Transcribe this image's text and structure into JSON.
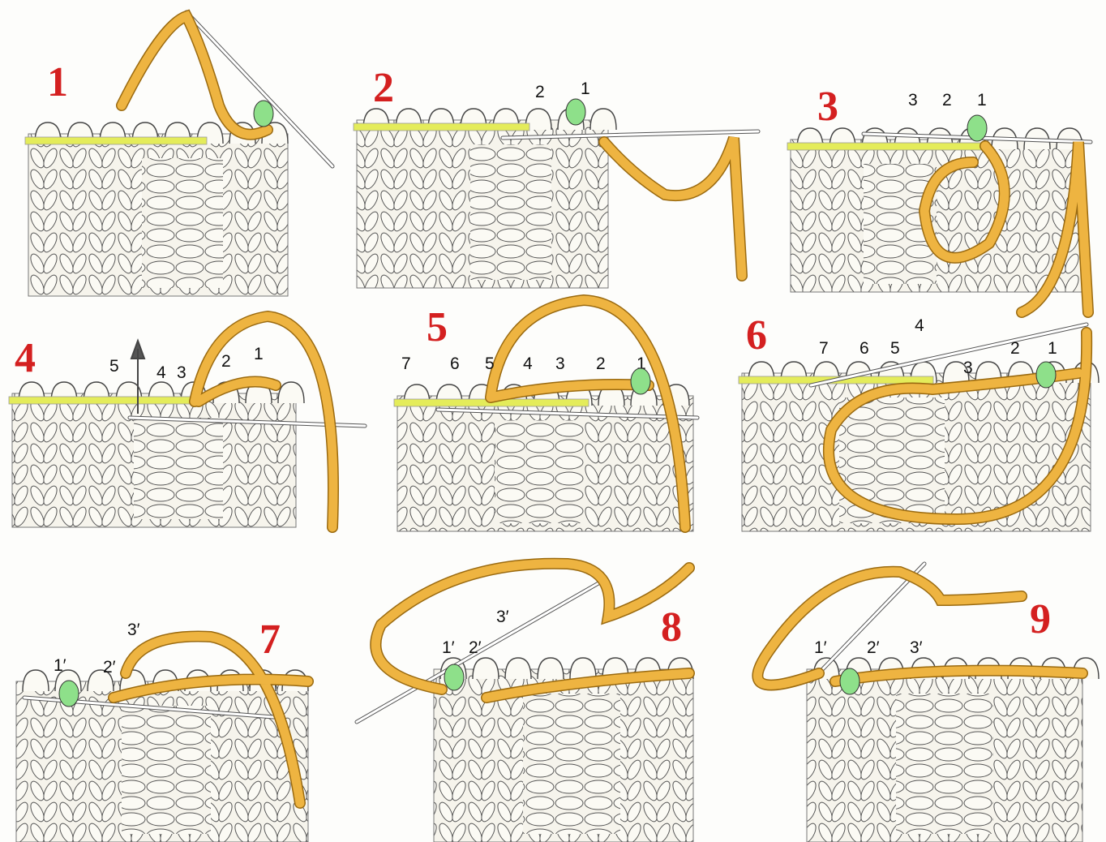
{
  "title": "Kitchener stitch / grafting steps",
  "colors": {
    "yarn": "#eeb441",
    "needle_row": "#e4ec5a",
    "marked_stitch": "#8ee08a",
    "step_number": "#d42020",
    "fabric": "#f4f2ea"
  },
  "panels": [
    {
      "number": "1",
      "labels": []
    },
    {
      "number": "2",
      "labels": [
        "2",
        "1"
      ]
    },
    {
      "number": "3",
      "labels": [
        "3",
        "2",
        "1"
      ]
    },
    {
      "number": "4",
      "labels": [
        "5",
        "4",
        "3",
        "2",
        "1"
      ]
    },
    {
      "number": "5",
      "labels": [
        "7",
        "6",
        "5",
        "4",
        "3",
        "2",
        "1"
      ]
    },
    {
      "number": "6",
      "labels": [
        "7",
        "6",
        "5",
        "4",
        "3",
        "2",
        "1"
      ]
    },
    {
      "number": "7",
      "labels": [
        "1′",
        "2′",
        "3′"
      ]
    },
    {
      "number": "8",
      "labels": [
        "1′",
        "2′",
        "3′"
      ]
    },
    {
      "number": "9",
      "labels": [
        "1′",
        "2′",
        "3′"
      ]
    }
  ]
}
